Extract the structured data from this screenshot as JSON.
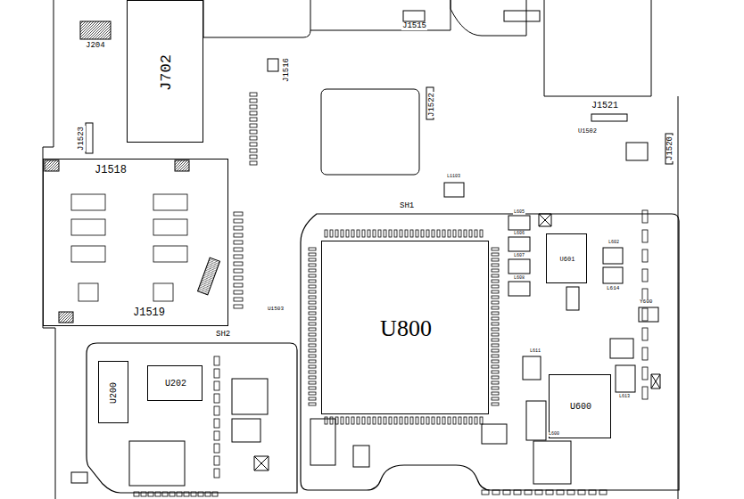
{
  "diagram": {
    "nodes": [
      {
        "text": [
          "SH1"
        ]
      },
      {
        "text": [
          "U800"
        ],
        "in": 0
      },
      {
        "text": [
          "U601"
        ],
        "in": 0
      },
      {
        "text": [
          "U600"
        ],
        "in": 0
      },
      {
        "text": [
          "SH2"
        ]
      },
      {
        "text": [
          "U200"
        ],
        "in": 4
      },
      {
        "text": [
          "U202"
        ],
        "in": 4
      },
      {
        "text": [
          "J1518"
        ]
      },
      {
        "text": [
          "J702"
        ]
      }
    ],
    "edges": [],
    "labels": [
      "J204",
      "J1515",
      "J1516",
      "J1523",
      "J1522",
      "J1521",
      "J1520",
      "J1519",
      "U1502",
      "U1503",
      "L1103",
      "L605",
      "L606",
      "L607",
      "L608",
      "L602",
      "L614",
      "Y600",
      "L611",
      "L613",
      "L600"
    ]
  }
}
